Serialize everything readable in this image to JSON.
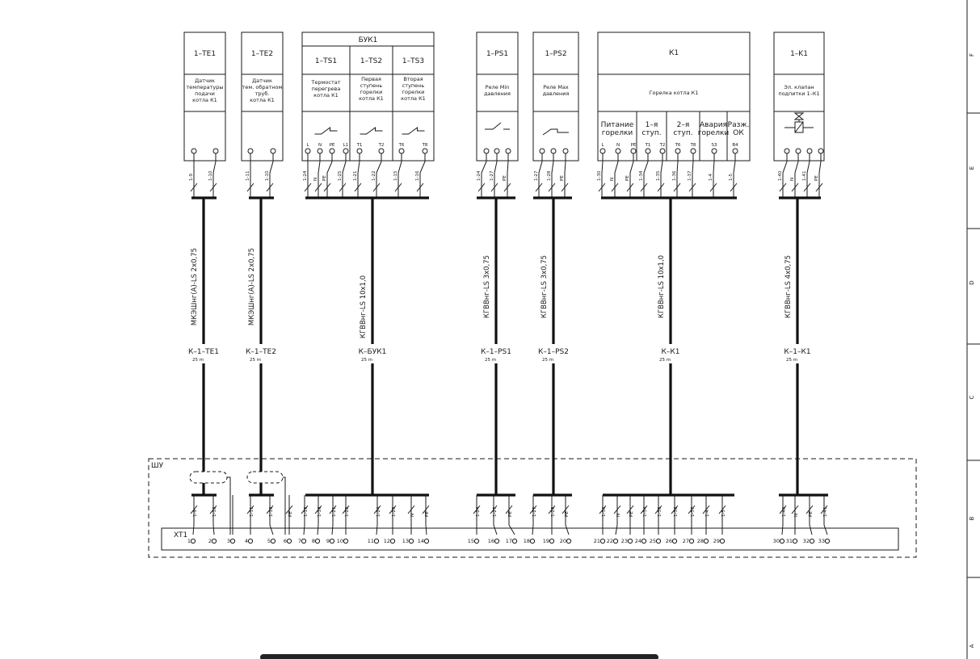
{
  "panel": {
    "label": "ШУ"
  },
  "terminal_block": {
    "label": "XT1"
  },
  "border": {
    "grid_letters": [
      "F",
      "E",
      "D",
      "C",
      "B",
      "A"
    ]
  },
  "devices": [
    {
      "id": "1-TE1",
      "title": "1–TE1",
      "desc": [
        "Датчик",
        "температуры",
        "подачи",
        "котла К1"
      ],
      "wires": [
        "1-9",
        "1-10"
      ],
      "cable": "К–1–TE1",
      "length": "25 m",
      "spec": "МКЭШнг(А)-LS 2х0,75",
      "xt": [
        {
          "wire": "1-9",
          "n": "1"
        },
        {
          "wire": "1-10",
          "n": "2"
        },
        {
          "wire": "",
          "n": "3"
        }
      ]
    },
    {
      "id": "1-TE2",
      "title": "1–TE2",
      "desc": [
        "Датчик",
        "тем. обратном",
        "труб.",
        "котла К1"
      ],
      "wires": [
        "1-11",
        "1-10"
      ],
      "cable": "К–1–TE2",
      "length": "25 m",
      "spec": "МКЭШнг(А)-LS 2х0,75",
      "xt": [
        {
          "wire": "1-11",
          "n": "4"
        },
        {
          "wire": "1-10",
          "n": "5"
        },
        {
          "wire": "PE",
          "n": "6"
        }
      ]
    },
    {
      "id": "BUK1",
      "group": "БУК1",
      "cable": "К–БУК1",
      "length": "25 m",
      "spec": "КГВВнг-LS 10х1,0",
      "subs": [
        {
          "title": "1–TS1",
          "desc": [
            "Термостат",
            "перегрева",
            "котла К1"
          ],
          "pins": [
            "L",
            "N",
            "PE",
            "L1"
          ]
        },
        {
          "title": "1–TS2",
          "desc": [
            "Первая",
            "ступень",
            "горелки",
            "котла К1"
          ],
          "pins": [
            "T1",
            "T2"
          ]
        },
        {
          "title": "1–TS3",
          "desc": [
            "Вторая",
            "ступень",
            "горелки",
            "котла К1"
          ],
          "pins": [
            "T6",
            "T8"
          ]
        }
      ],
      "wires": [
        "1-24",
        "N",
        "PE",
        "1-25",
        "1-21",
        "1-22",
        "1-15",
        "1-16"
      ],
      "xt": [
        {
          "wire": "1-15",
          "n": "7"
        },
        {
          "wire": "1-16",
          "n": "8"
        },
        {
          "wire": "1-21",
          "n": "9"
        },
        {
          "wire": "1-22",
          "n": "10"
        },
        {
          "wire": "1-24",
          "n": "11"
        },
        {
          "wire": "1-25",
          "n": "12"
        },
        {
          "wire": "N",
          "n": "13"
        },
        {
          "wire": "PE",
          "n": "14"
        }
      ]
    },
    {
      "id": "1-PS1",
      "title": "1–PS1",
      "desc": [
        "Реле Min",
        "давления"
      ],
      "wires": [
        "1-24",
        "1-27",
        "PE"
      ],
      "cable": "К–1–PS1",
      "length": "25 m",
      "spec": "КГВВнг-LS 3х0,75",
      "xt": [
        {
          "wire": "1-24",
          "n": "15"
        },
        {
          "wire": "1-27",
          "n": "16"
        },
        {
          "wire": "PE",
          "n": "17"
        }
      ]
    },
    {
      "id": "1-PS2",
      "title": "1–PS2",
      "desc": [
        "Реле Max",
        "давления"
      ],
      "wires": [
        "1-27",
        "1-28",
        "PE"
      ],
      "cable": "К–1–PS2",
      "length": "25 m",
      "spec": "КГВВнг-LS 3х0,75",
      "xt": [
        {
          "wire": "1-27",
          "n": "18"
        },
        {
          "wire": "1-28",
          "n": "19"
        },
        {
          "wire": "PE",
          "n": "20"
        }
      ]
    },
    {
      "id": "K1",
      "title": "К1",
      "header": "Горелка котла К1",
      "cable": "К–К1",
      "length": "25 m",
      "spec": "КГВВнг-LS 10х1,0",
      "subs": [
        {
          "desc": [
            "Питание",
            "горелки"
          ],
          "pins": [
            "L",
            "N",
            "PE"
          ]
        },
        {
          "desc": [
            "1–я",
            "ступ."
          ],
          "pins": [
            "T1",
            "T2"
          ]
        },
        {
          "desc": [
            "2–я",
            "ступ."
          ],
          "pins": [
            "T6",
            "T8"
          ]
        },
        {
          "desc": [
            "Авария",
            "горелки"
          ],
          "pins": [
            "S3"
          ]
        },
        {
          "desc": [
            "Разж.",
            "ОК"
          ],
          "pins": [
            "B4"
          ]
        }
      ],
      "wires": [
        "1-30",
        "N",
        "PE",
        "1-34",
        "1-35",
        "1-36",
        "1-37",
        "1-4",
        "1-5"
      ],
      "xt": [
        {
          "wire": "1-30",
          "n": "21"
        },
        {
          "wire": "N",
          "n": "22"
        },
        {
          "wire": "PE",
          "n": "23"
        },
        {
          "wire": "1-34",
          "n": "24"
        },
        {
          "wire": "1-35",
          "n": "25"
        },
        {
          "wire": "1-36",
          "n": "26"
        },
        {
          "wire": "1-37",
          "n": "27"
        },
        {
          "wire": "1-4",
          "n": "28"
        },
        {
          "wire": "1-5",
          "n": "29"
        }
      ]
    },
    {
      "id": "1-K1",
      "title": "1–K1",
      "desc": [
        "Эл. клапан",
        "подпитки 1–К1"
      ],
      "wires": [
        "1-40",
        "N",
        "1-41",
        "PE"
      ],
      "cable": "К–1–К1",
      "length": "25 m",
      "spec": "КГВВнг-LS 4х0,75",
      "xt": [
        {
          "wire": "1-40",
          "n": "30"
        },
        {
          "wire": "N",
          "n": "31"
        },
        {
          "wire": "PE",
          "n": "32"
        },
        {
          "wire": "1-41",
          "n": "33"
        }
      ]
    }
  ]
}
